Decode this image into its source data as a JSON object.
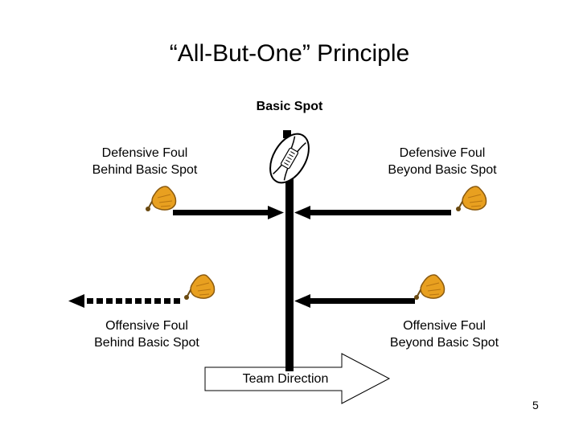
{
  "title": "“All-But-One” Principle",
  "labels": {
    "basic_spot": "Basic Spot",
    "defensive_behind": "Defensive Foul\nBehind Basic Spot",
    "defensive_beyond": "Defensive Foul\nBeyond Basic Spot",
    "offensive_behind": "Offensive Foul\nBehind Basic Spot",
    "offensive_beyond": "Offensive Foul\nBeyond Basic Spot",
    "team_direction": "Team Direction"
  },
  "page_number": "5",
  "colors": {
    "flag": "#e8a020",
    "flag_outline": "#8a5a10",
    "line": "#000000",
    "ball": "#ffffff"
  },
  "icons": [
    "football-icon",
    "penalty-flag-icon"
  ]
}
